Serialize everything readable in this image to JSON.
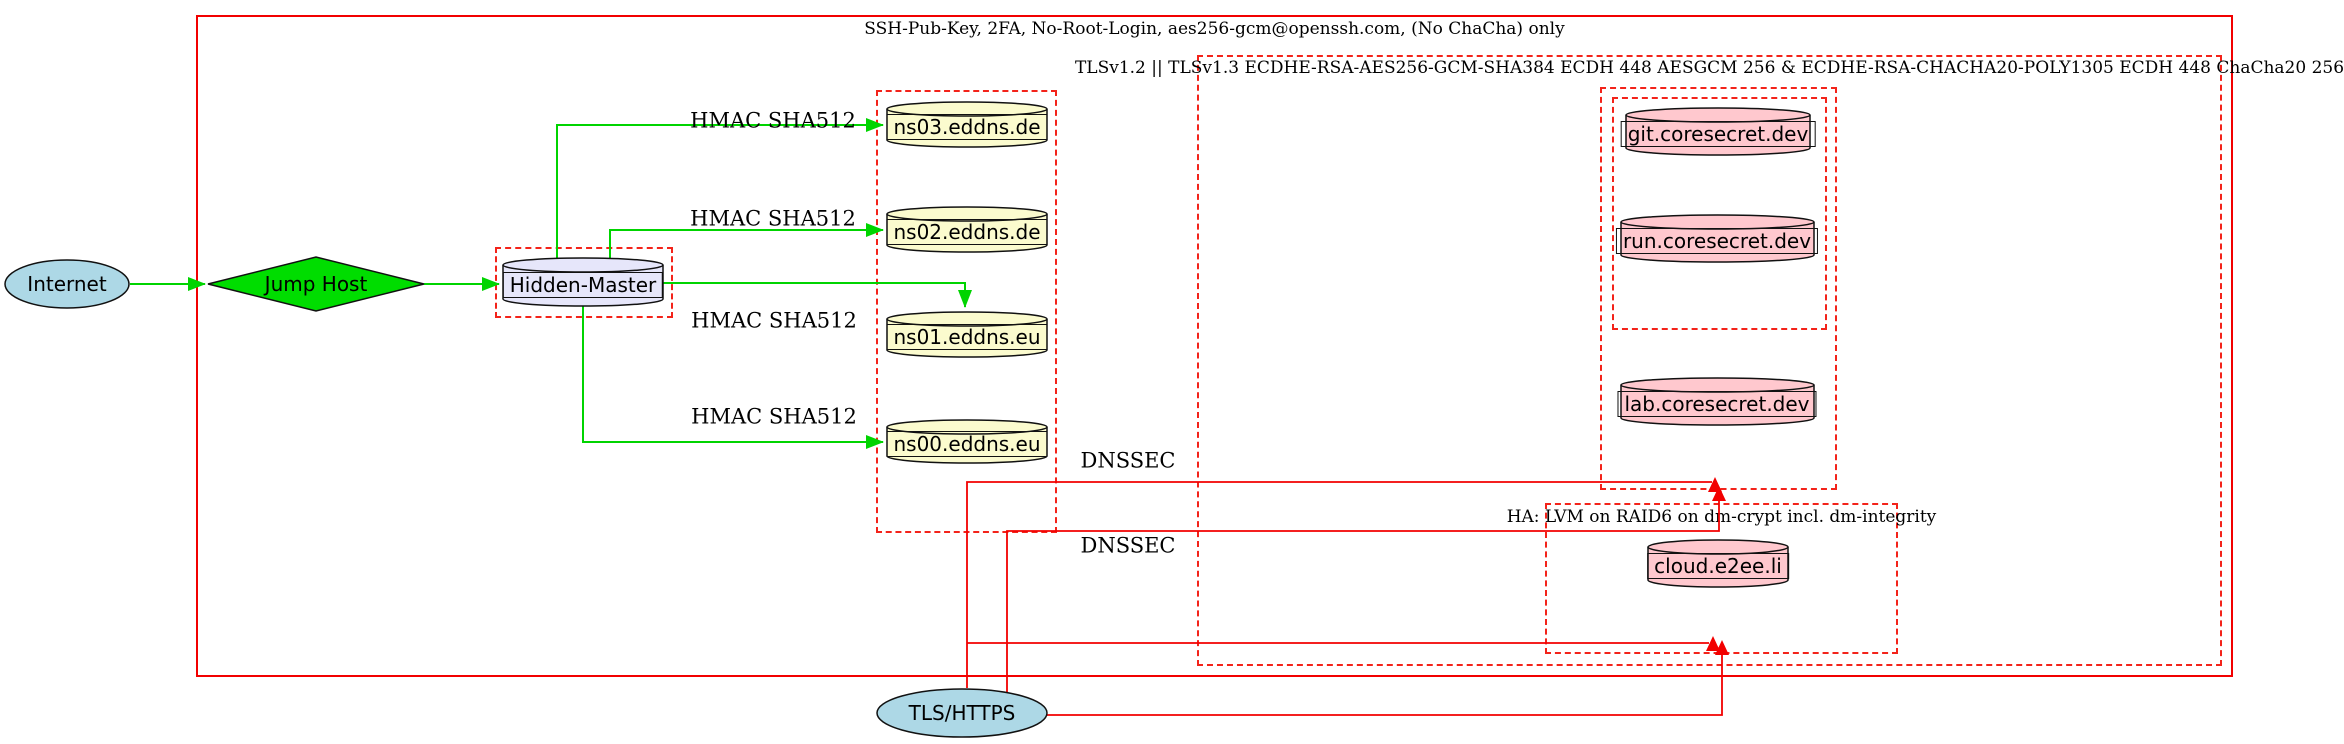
{
  "diagram": {
    "clusters": {
      "ssh_perimeter": {
        "label": "SSH-Pub-Key, 2FA, No-Root-Login, aes256-gcm@openssh.com, (No ChaCha) only"
      },
      "tls_zone": {
        "label": "TLSv1.2 || TLSv1.3 ECDHE-RSA-AES256-GCM-SHA384 ECDH 448 AESGCM 256 & ECDHE-RSA-CHACHA20-POLY1305 ECDH 448 ChaCha20 256"
      },
      "ha_storage": {
        "label": "HA: LVM on RAID6 on dm-crypt incl. dm-integrity"
      }
    },
    "nodes": {
      "internet": "Internet",
      "jump_host": "Jump Host",
      "hidden_master": "Hidden-Master",
      "ns03": "ns03.eddns.de",
      "ns02": "ns02.eddns.de",
      "ns01": "ns01.eddns.eu",
      "ns00": "ns00.eddns.eu",
      "git": "git.coresecret.dev",
      "run": "run.coresecret.dev",
      "lab": "lab.coresecret.dev",
      "cloud": "cloud.e2ee.li",
      "tls_https": "TLS/HTTPS"
    },
    "edges": {
      "hmac_ns03": "HMAC SHA512",
      "hmac_ns02": "HMAC SHA512",
      "hmac_ns01": "HMAC SHA512",
      "hmac_ns00": "HMAC SHA512",
      "dnssec_top": "DNSSEC",
      "dnssec_bottom": "DNSSEC"
    },
    "colors": {
      "internet_fill": "#add8e6",
      "tls_https_fill": "#add8e6",
      "jump_host_fill": "#00dd00",
      "hidden_master_fill": "#e6e6fa",
      "nameserver_fill": "#fbfbce",
      "coresecret_fill": "#ffc8ce",
      "edge_green": "#00d400",
      "edge_red": "#f20000",
      "shape_border": "#111111"
    }
  }
}
